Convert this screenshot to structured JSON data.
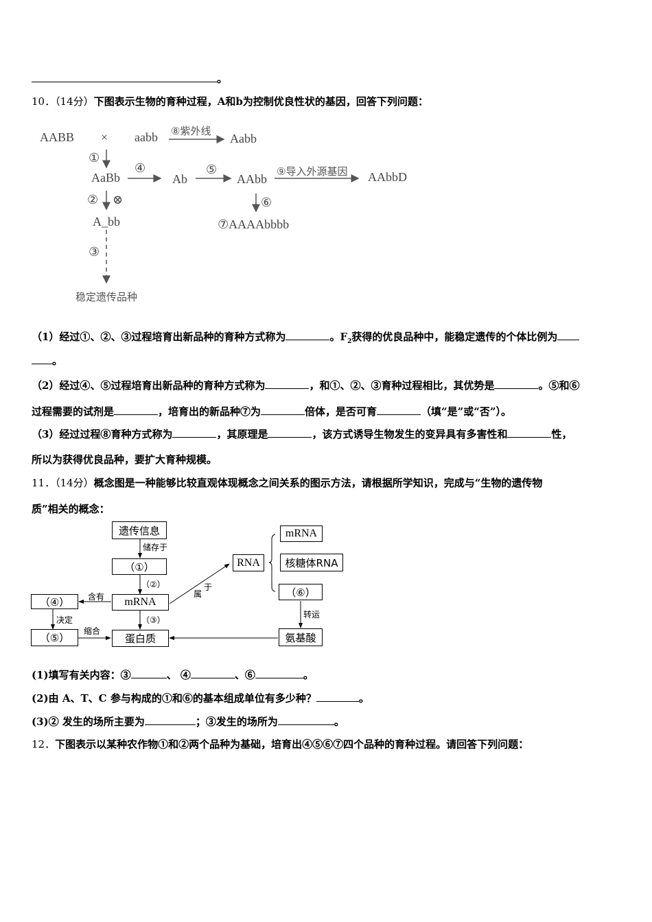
{
  "top_answer_line": {
    "suffix": "。"
  },
  "q10": {
    "number": "10．",
    "score": "（14分）",
    "stem": "下图表示生物的育种过程，A和b为控制优良性状的基因，回答下列问题：",
    "diagram": {
      "nodes": {
        "p1": "AABB",
        "cross": "×",
        "p2": "aabb",
        "mutant": "Aabb",
        "f1": "AaBb",
        "haploid": "Ab",
        "homo": "AAbb",
        "transgenic": "AAbbD",
        "f2": "A_bb",
        "tetraploid": "⑦AAAAbbbb",
        "stable": "稳定遗传品种"
      },
      "labels": {
        "s1": "①",
        "s2": "②",
        "selfing": "⊗",
        "s3": "③",
        "s4": "④",
        "s5": "⑤",
        "s6": "⑥",
        "s8": "⑧紫外线",
        "s9": "⑨导入外源基因"
      }
    },
    "sub1_a": "（1）经过①、②、③过程培育出新品种的育种方式称为",
    "sub1_b": "。F",
    "sub1_sub": "2",
    "sub1_c": "获得的优良品种中，能稳定遗传的个体比例为",
    "sub1_end": "。",
    "sub2_a": "（2）经过④、⑤过程培育出新品种的育种方式称为",
    "sub2_b": "，和①、②、③育种过程相比，其优势是",
    "sub2_c": "。⑤和⑥",
    "sub2_d": "过程需要的试剂是",
    "sub2_e": "，培育出的新品种⑦为",
    "sub2_f": "倍体，是否可育",
    "sub2_g": "（填“是”或“否”）。",
    "sub3_a": "（3）经过过程⑧育种方式称为",
    "sub3_b": "，其原理是",
    "sub3_c": "，该方式诱导生物发生的变异具有多害性和",
    "sub3_d": "性，",
    "sub3_e": "所以为获得优良品种，要扩大育种规模。"
  },
  "q11": {
    "number": "11．",
    "score": "（14分）",
    "stem_a": "概念图是一种能够比较直观体现概念之间关系的图示方法，请根据所学知识，完成与“生物的遗传物",
    "stem_b": "质”相关的概念：",
    "concept_map": {
      "boxes": {
        "genetic_info": "遗传信息",
        "c1": "（①）",
        "mrna": "mRNA",
        "protein": "蛋白质",
        "c4": "（④）",
        "c5": "（⑤）",
        "rna": "RNA",
        "mrna2": "mRNA",
        "rrna": "核糖体RNA",
        "c6": "（⑥）",
        "amino": "氨基酸"
      },
      "edges": {
        "stored_in": "储存于",
        "e2": "（②）",
        "e3": "（③）",
        "contains": "含有",
        "determines": "决定",
        "condenses": "缩合",
        "belongs_a": "属",
        "belongs_b": "于",
        "transports": "转运"
      }
    },
    "sub1": "(1)填写有关内容：③",
    "sub1_b": "、 ④",
    "sub1_c": "、⑥",
    "sub1_end": "。",
    "sub2": "(2)由 A、T、C 参与构成的①和⑥的基本组成单位有多少种？",
    "sub2_end": "。",
    "sub3": "(3)② 发生的场所主要为",
    "sub3_b": "；③发生的场所为",
    "sub3_end": "。"
  },
  "q12": {
    "number": "12．",
    "stem": "下图表示以某种农作物①和②两个品种为基础，培育出④⑤⑥⑦四个品种的育种过程。请回答下列问题："
  }
}
